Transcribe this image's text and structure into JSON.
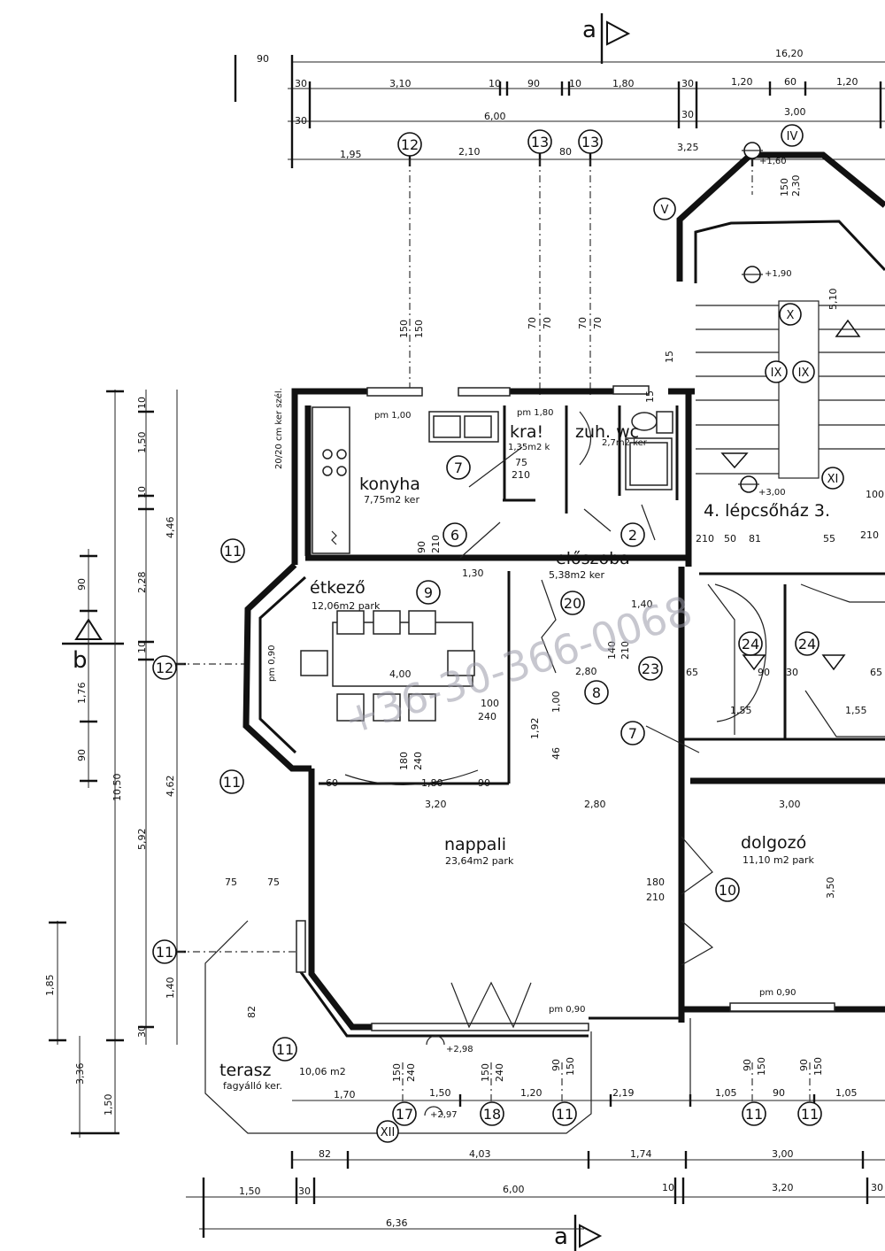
{
  "section_marks": {
    "top": "a",
    "bottom": "a",
    "left": "b"
  },
  "rooms": {
    "konyha": {
      "name": "konyha",
      "area": "7,75m2 ker"
    },
    "kamra": {
      "name": "kra!",
      "area": "1,35m2 k"
    },
    "zuhanyzo": {
      "name": "zuh. wc",
      "area": "2,7m2 ker"
    },
    "lepcsohaz": {
      "name": "4. lépcsőház 3."
    },
    "eloszoba": {
      "name": "előszoba",
      "area": "5,38m2 ker"
    },
    "etkezo": {
      "name": "étkező",
      "area": "12,06m2 park"
    },
    "nappali": {
      "name": "nappali",
      "area": "23,64m2 park"
    },
    "dolgozo": {
      "name": "dolgozó",
      "area": "11,10 m2 park"
    },
    "terasz": {
      "name": "terasz",
      "area": "10,06 m2",
      "floor": "fagyálló ker."
    }
  },
  "sill_labels": {
    "konyha": "pm 1,00",
    "kamra": "pm 1,80",
    "etkezo": "pm 0,90",
    "nappali": "pm 0,90",
    "dolgozo": "pm 0,90",
    "kitchen_tile": "20/20 cm ker szél."
  },
  "top_dimensions": {
    "row1": [
      "90",
      "16,20"
    ],
    "row2": [
      "30",
      "3,10",
      "10",
      "90",
      "10",
      "1,80",
      "30",
      "1,20",
      "60",
      "1,20"
    ],
    "row3": [
      "30",
      "6,00",
      "30",
      "3,00"
    ],
    "row4": [
      "1,95",
      "2,10",
      "80",
      "3,25"
    ]
  },
  "left_dimensions": {
    "outer": [
      "10,50",
      "1,50",
      "3,36",
      "1,85"
    ],
    "inner": [
      "10",
      "1,50",
      "10",
      "4,46",
      "2,28",
      "10",
      "1,76",
      "5,92",
      "4,62",
      "1,40",
      "30"
    ],
    "side": [
      "90",
      "90"
    ]
  },
  "bottom_dimensions": {
    "row1": [
      "1,70",
      "1,50",
      "1,20",
      "2,19",
      "1,05",
      "90",
      "1,05"
    ],
    "row2": [
      "82",
      "4,03",
      "1,74",
      "3,00"
    ],
    "row3": [
      "1,50",
      "30",
      "6,00",
      "10",
      "3,20",
      "30"
    ],
    "row4": [
      "6,36"
    ]
  },
  "interior_dimensions": [
    "4,00",
    "3,20",
    "2,80",
    "3,00",
    "60",
    "1,80",
    "90",
    "1,30",
    "1,40",
    "2,80",
    "3,50",
    "5,10",
    "2,30",
    "150",
    "1,00",
    "1,92",
    "46",
    "75",
    "75",
    "82",
    "150",
    "240",
    "150",
    "240",
    "90",
    "150",
    "90",
    "150",
    "90",
    "150",
    "180",
    "210",
    "180",
    "240",
    "100",
    "240",
    "140",
    "210",
    "90",
    "210",
    "75",
    "210",
    "70",
    "70",
    "70",
    "70",
    "150",
    "150",
    "+1,60",
    "+1,90",
    "+3,00",
    "+2,98",
    "+2,97",
    "1,55",
    "1,55",
    "90",
    "30",
    "65",
    "65",
    "210",
    "50",
    "81",
    "55",
    "210",
    "100",
    "15",
    "15"
  ],
  "grid_bubbles": [
    "12",
    "13",
    "13",
    "7",
    "6",
    "2",
    "11",
    "9",
    "20",
    "12",
    "23",
    "8",
    "7",
    "24",
    "24",
    "11",
    "10",
    "11",
    "11",
    "17",
    "18",
    "11",
    "11",
    "11"
  ],
  "grid_axes": [
    "IV",
    "V",
    "X",
    "IX",
    "IX",
    "XI",
    "XII"
  ],
  "watermark": "+36-30-366-0068",
  "colors": {
    "ink": "#111111",
    "paper": "#ffffff",
    "watermark": "#9a9aa8"
  }
}
